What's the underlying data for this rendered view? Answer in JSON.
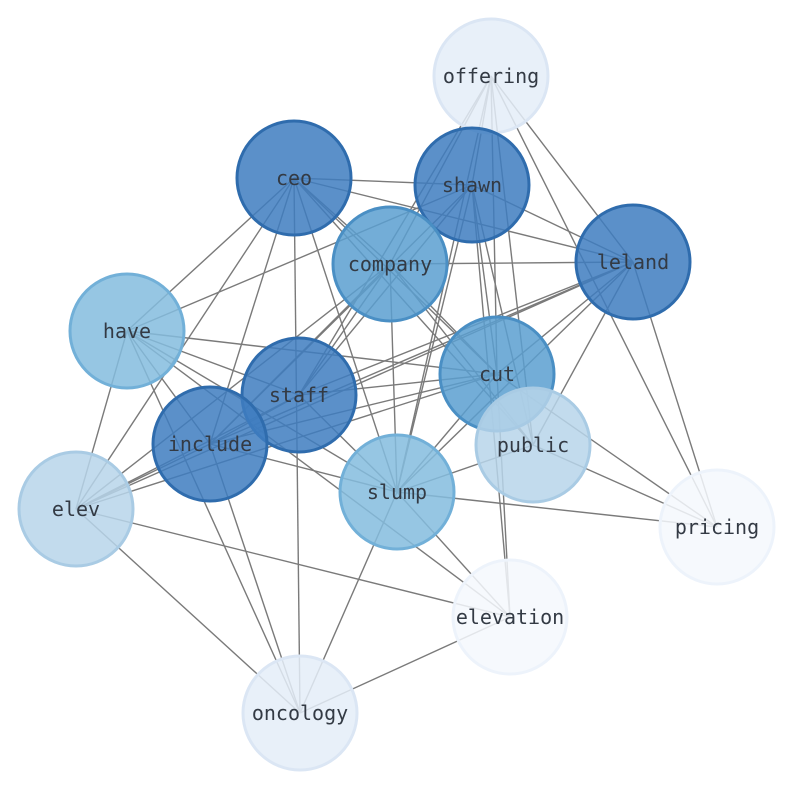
{
  "graph": {
    "nodes": [
      {
        "id": "offering",
        "label": "offering",
        "shade": "very-light"
      },
      {
        "id": "ceo",
        "label": "ceo",
        "shade": "dark"
      },
      {
        "id": "shawn",
        "label": "shawn",
        "shade": "dark"
      },
      {
        "id": "company",
        "label": "company",
        "shade": "medium"
      },
      {
        "id": "leland",
        "label": "leland",
        "shade": "dark"
      },
      {
        "id": "have",
        "label": "have",
        "shade": "light"
      },
      {
        "id": "staff",
        "label": "staff",
        "shade": "dark"
      },
      {
        "id": "cut",
        "label": "cut",
        "shade": "medium"
      },
      {
        "id": "include",
        "label": "include",
        "shade": "dark"
      },
      {
        "id": "public",
        "label": "public",
        "shade": "lighter"
      },
      {
        "id": "slump",
        "label": "slump",
        "shade": "light"
      },
      {
        "id": "elev",
        "label": "elev",
        "shade": "lighter"
      },
      {
        "id": "pricing",
        "label": "pricing",
        "shade": "palest"
      },
      {
        "id": "elevation",
        "label": "elevation",
        "shade": "palest"
      },
      {
        "id": "oncology",
        "label": "oncology",
        "shade": "very-light"
      }
    ],
    "edges": [
      [
        "offering",
        "shawn"
      ],
      [
        "offering",
        "company"
      ],
      [
        "offering",
        "leland"
      ],
      [
        "offering",
        "cut"
      ],
      [
        "offering",
        "pricing"
      ],
      [
        "offering",
        "slump"
      ],
      [
        "offering",
        "staff"
      ],
      [
        "offering",
        "public"
      ],
      [
        "ceo",
        "shawn"
      ],
      [
        "ceo",
        "company"
      ],
      [
        "ceo",
        "leland"
      ],
      [
        "ceo",
        "have"
      ],
      [
        "ceo",
        "cut"
      ],
      [
        "ceo",
        "include"
      ],
      [
        "ceo",
        "slump"
      ],
      [
        "ceo",
        "elev"
      ],
      [
        "ceo",
        "oncology"
      ],
      [
        "ceo",
        "public"
      ],
      [
        "shawn",
        "leland"
      ],
      [
        "shawn",
        "have"
      ],
      [
        "shawn",
        "cut"
      ],
      [
        "shawn",
        "staff"
      ],
      [
        "shawn",
        "include"
      ],
      [
        "shawn",
        "slump"
      ],
      [
        "shawn",
        "elevation"
      ],
      [
        "shawn",
        "public"
      ],
      [
        "company",
        "leland"
      ],
      [
        "company",
        "cut"
      ],
      [
        "company",
        "staff"
      ],
      [
        "company",
        "include"
      ],
      [
        "company",
        "slump"
      ],
      [
        "company",
        "elev"
      ],
      [
        "company",
        "public"
      ],
      [
        "leland",
        "staff"
      ],
      [
        "leland",
        "include"
      ],
      [
        "leland",
        "elev"
      ],
      [
        "leland",
        "pricing"
      ],
      [
        "leland",
        "slump"
      ],
      [
        "leland",
        "cut"
      ],
      [
        "leland",
        "public"
      ],
      [
        "have",
        "staff"
      ],
      [
        "have",
        "cut"
      ],
      [
        "have",
        "include"
      ],
      [
        "have",
        "slump"
      ],
      [
        "have",
        "elev"
      ],
      [
        "have",
        "oncology"
      ],
      [
        "have",
        "elevation"
      ],
      [
        "staff",
        "cut"
      ],
      [
        "staff",
        "include"
      ],
      [
        "staff",
        "slump"
      ],
      [
        "staff",
        "elev"
      ],
      [
        "cut",
        "include"
      ],
      [
        "cut",
        "slump"
      ],
      [
        "cut",
        "elev"
      ],
      [
        "cut",
        "pricing"
      ],
      [
        "cut",
        "elevation"
      ],
      [
        "include",
        "oncology"
      ],
      [
        "include",
        "slump"
      ],
      [
        "include",
        "elev"
      ],
      [
        "public",
        "slump"
      ],
      [
        "public",
        "pricing"
      ],
      [
        "slump",
        "pricing"
      ],
      [
        "slump",
        "elevation"
      ],
      [
        "slump",
        "oncology"
      ],
      [
        "elev",
        "elevation"
      ],
      [
        "elev",
        "oncology"
      ],
      [
        "elevation",
        "oncology"
      ]
    ]
  },
  "colors": {
    "dark": {
      "fill": "#3e7cbf",
      "stroke": "#2f6cad"
    },
    "medium": {
      "fill": "#5a9fd0",
      "stroke": "#4a8fc4"
    },
    "light": {
      "fill": "#84bcde",
      "stroke": "#72b0d8"
    },
    "lighter": {
      "fill": "#b7d5ea",
      "stroke": "#a9cbe4"
    },
    "very-light": {
      "fill": "#e4edf8",
      "stroke": "#dbe6f4"
    },
    "palest": {
      "fill": "#f4f8fd",
      "stroke": "#edf3fb"
    },
    "edge": "#7a7a7a",
    "label": "#333a44"
  }
}
